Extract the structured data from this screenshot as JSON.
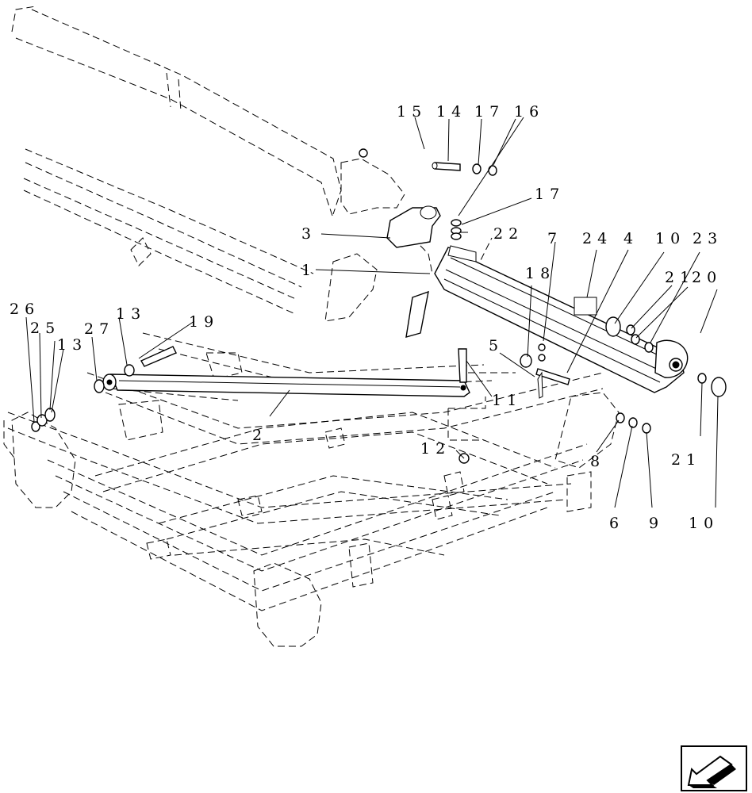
{
  "callouts": [
    {
      "id": "c15a",
      "text": "15"
    },
    {
      "id": "c14",
      "text": "14"
    },
    {
      "id": "c17a",
      "text": "17"
    },
    {
      "id": "c16",
      "text": "16"
    },
    {
      "id": "c17b",
      "text": "17"
    },
    {
      "id": "c3",
      "text": "3"
    },
    {
      "id": "c22",
      "text": "22"
    },
    {
      "id": "c7",
      "text": "7"
    },
    {
      "id": "c24",
      "text": "24"
    },
    {
      "id": "c4",
      "text": "4"
    },
    {
      "id": "c10a",
      "text": "10"
    },
    {
      "id": "c23",
      "text": "23"
    },
    {
      "id": "c1a",
      "text": "1"
    },
    {
      "id": "c18",
      "text": "18"
    },
    {
      "id": "c21a",
      "text": "21"
    },
    {
      "id": "c20",
      "text": "20"
    },
    {
      "id": "c26",
      "text": "26"
    },
    {
      "id": "c13a",
      "text": "13"
    },
    {
      "id": "c19",
      "text": "19"
    },
    {
      "id": "c25",
      "text": "25"
    },
    {
      "id": "c27",
      "text": "27"
    },
    {
      "id": "c13b",
      "text": "13"
    },
    {
      "id": "c5",
      "text": "5"
    },
    {
      "id": "c11",
      "text": "11"
    },
    {
      "id": "c2",
      "text": "2"
    },
    {
      "id": "c12",
      "text": "12"
    },
    {
      "id": "c8",
      "text": "8"
    },
    {
      "id": "c21b",
      "text": "21"
    },
    {
      "id": "c6",
      "text": "6"
    },
    {
      "id": "c9",
      "text": "9"
    },
    {
      "id": "c10b",
      "text": "10"
    }
  ],
  "navigation": {
    "icon": "arrow-down-left-icon"
  }
}
